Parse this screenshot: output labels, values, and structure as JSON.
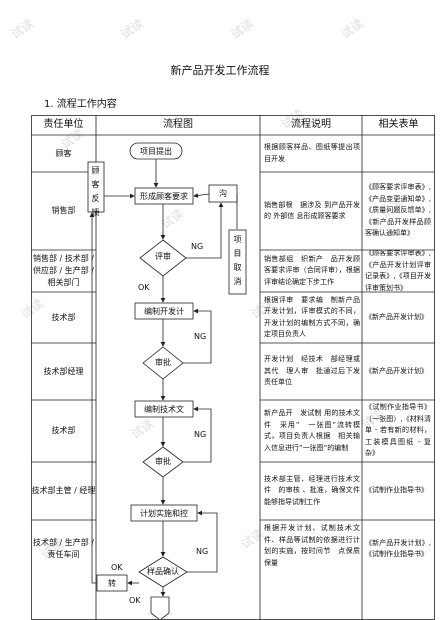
{
  "document": {
    "title": "新产品开发工作流程",
    "section": "1. 流程工作内容"
  },
  "table": {
    "headers": [
      "责任单位",
      "流程图",
      "流程说明",
      "相关表单"
    ],
    "rows": [
      {
        "dept": "顾客",
        "desc": "根据顾客样品、图纸等提出项目开发",
        "form": ""
      },
      {
        "dept": "销售部",
        "desc": "销售部根　据涉及 到产品开发的 外部信 息形成顾客要求",
        "form": "《顾客要求评审表》,《产品变更通知单》,《质量问题反馈单》,《新产品开发样品顾客确认通知单》"
      },
      {
        "dept": "销售部 / 技术部 / 供应部 / 生产部 / 相关部门",
        "desc": "销售部组　织新产　品开发顾客要求评审（合同评审），根据评审结论确定下步工作",
        "form": "《顾客要求评审表》,《产品开发计划评审记录表》,《项目开发评审策划书》"
      },
      {
        "dept": "技术部",
        "desc": "根据评审　要求编　制新产品开发计划，评审模式的不同，开发计划的编制方式不同，确定项目负责人",
        "form": "《新产品开发计划》"
      },
      {
        "dept": "技术部经理",
        "desc": "开发计划　经技术　部经理或其代　理人审　批通过后下发责任单位",
        "form": "《新产品开发计划》"
      },
      {
        "dept": "技术部",
        "desc": "新产品开　发试制 用的技术文件　采用”　一张图”流转模式，项目负责人根据　相关输 入信息进行”一张图”的编制",
        "form": "《试制作业指导书》（一张图）,《材料清单 - 若有新的材料，工装模具图纸 - 复杂》"
      },
      {
        "dept": "技术部主管 / 经理",
        "desc": "技术部主管、经理进行技术文件　的审核 、批准，确保文件能够指导试制工作",
        "form": "《试制作业指导书》"
      },
      {
        "dept": "技术部 / 生产部 / 责任车间",
        "desc": "根据开发计划、试制技术文件、样品等试制的依据进行计划的实施，按时间节　点保质　保量",
        "form": "《新产品开发计划》,《试制作业指导书》"
      }
    ]
  },
  "flowchart": {
    "start": "项目提出",
    "customer_feedback": "顾客反馈",
    "form_requirements": "形成顾客要求",
    "communicate": "沟",
    "project_cancel": "项目取消",
    "review1": "评审",
    "ng1": "NG",
    "ok1": "OK",
    "dev_plan": "编制开发计",
    "ng2": "NG",
    "review2": "审批",
    "tech_doc": "编制技术文",
    "ng3": "NG",
    "review3": "审批",
    "plan_implement": "计划实施和控",
    "ng4": "NG",
    "sample_confirm": "样品确认",
    "ok2": "OK",
    "transfer": "转",
    "ok3": "OK"
  },
  "watermark": "试读"
}
